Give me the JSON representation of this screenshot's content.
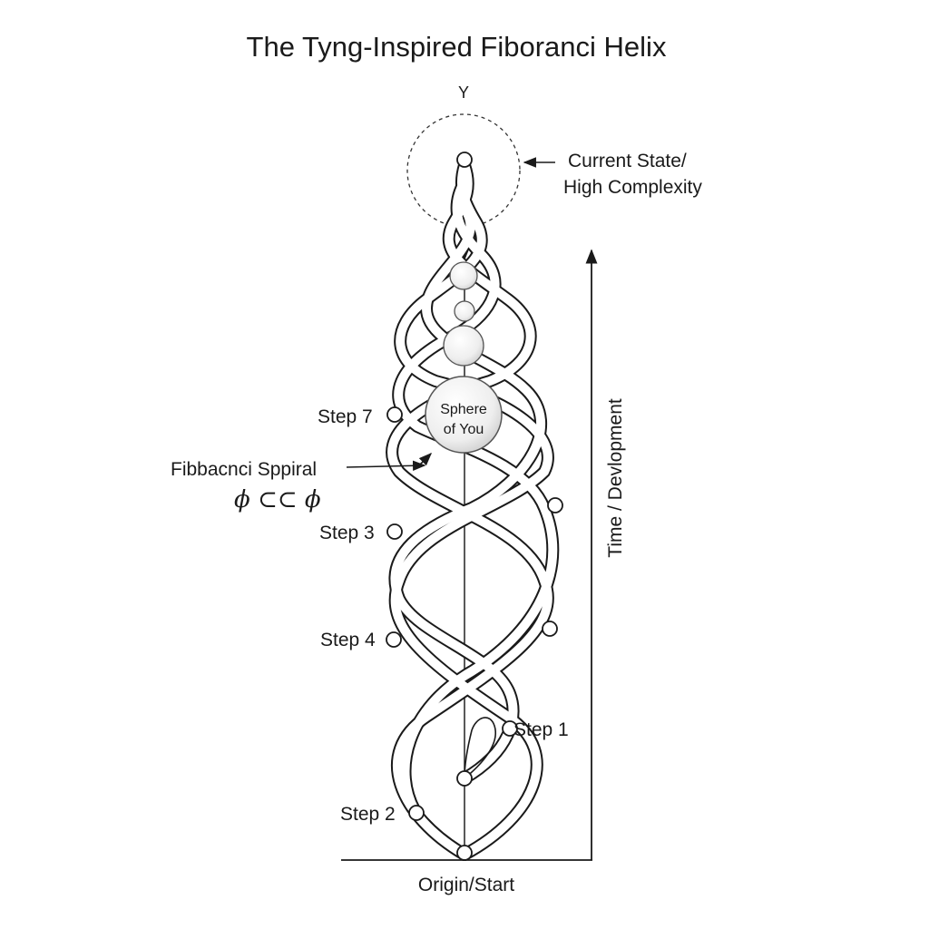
{
  "title": "The Tyng-Inspired Fiboranci Helix",
  "top_axis_label": "Y",
  "current_state": {
    "line1": "Current State/",
    "line2": "High Complexity"
  },
  "sphere": {
    "line1": "Sphere",
    "line2": "of You"
  },
  "spiral_label": {
    "line1": "Fibbacnci Sppiral",
    "line2": "ϕ ⊂⊂ ϕ"
  },
  "steps": {
    "step7": "Step 7",
    "step3": "Step 3",
    "step4": "Step 4",
    "step1": "Step 1",
    "step2": "Step 2"
  },
  "time_axis_label": "Time / Devlopment",
  "origin_label": "Origin/Start"
}
